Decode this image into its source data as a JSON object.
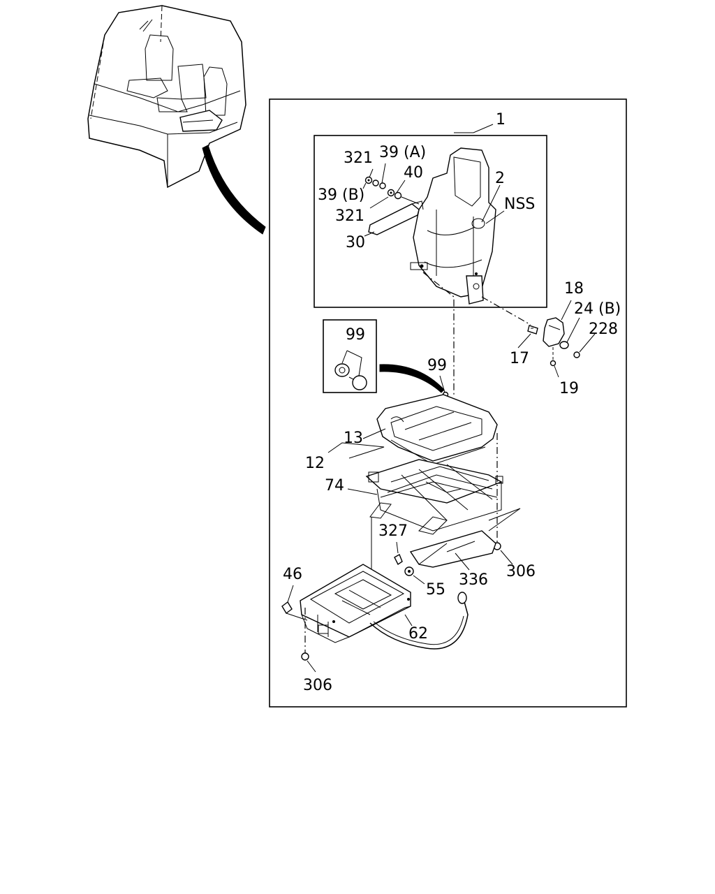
{
  "labels": {
    "p1": "1",
    "p2": "2",
    "nss": "NSS",
    "p321a": "321",
    "p39a": "39 (A)",
    "p40": "40",
    "p39b": "39 (B)",
    "p321b": "321",
    "p30": "30",
    "p18": "18",
    "p24b": "24 (B)",
    "p228": "228",
    "p17": "17",
    "p19": "19",
    "p99box": "99",
    "p99": "99",
    "p13": "13",
    "p12": "12",
    "p74": "74",
    "p327": "327",
    "p55": "55",
    "p336": "336",
    "p306a": "306",
    "p46": "46",
    "p62": "62",
    "p306b": "306"
  }
}
